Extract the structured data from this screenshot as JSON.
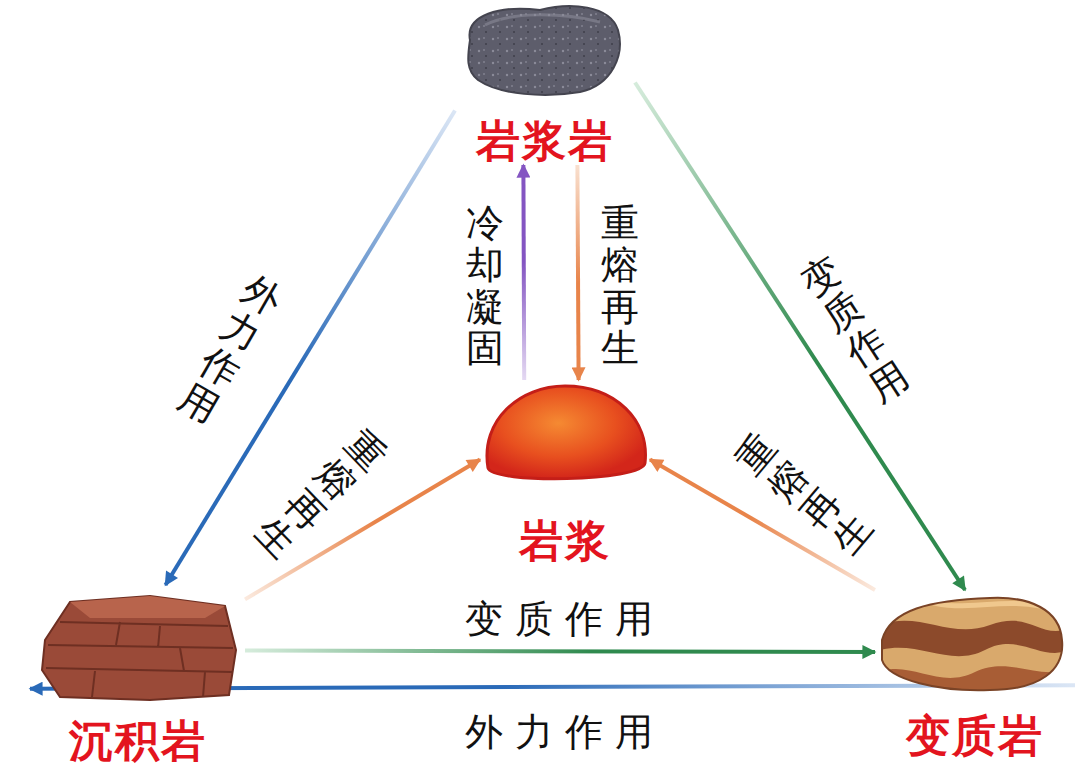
{
  "diagram": {
    "nodes": [
      {
        "text": [
          "岩浆岩"
        ]
      },
      {
        "text": [
          "岩浆"
        ]
      },
      {
        "text": [
          "沉积岩"
        ]
      },
      {
        "text": [
          "变质岩"
        ]
      }
    ],
    "edges": [
      {
        "from": 0,
        "to": 2,
        "label": "外力作用",
        "arrow": "to"
      },
      {
        "from": 0,
        "to": 3,
        "label": "变质作用",
        "arrow": "to"
      },
      {
        "from": 1,
        "to": 0,
        "label": "冷却凝固",
        "arrow": "to"
      },
      {
        "from": 0,
        "to": 1,
        "label": "重熔再生",
        "arrow": "to"
      },
      {
        "from": 2,
        "to": 1,
        "label": "重熔再生",
        "arrow": "to"
      },
      {
        "from": 3,
        "to": 1,
        "label": "重熔再生",
        "arrow": "to"
      },
      {
        "from": 2,
        "to": 3,
        "label": "变质作用",
        "arrow": "to"
      },
      {
        "from": 3,
        "to": 2,
        "label": "外力作用",
        "arrow": "to"
      }
    ]
  }
}
